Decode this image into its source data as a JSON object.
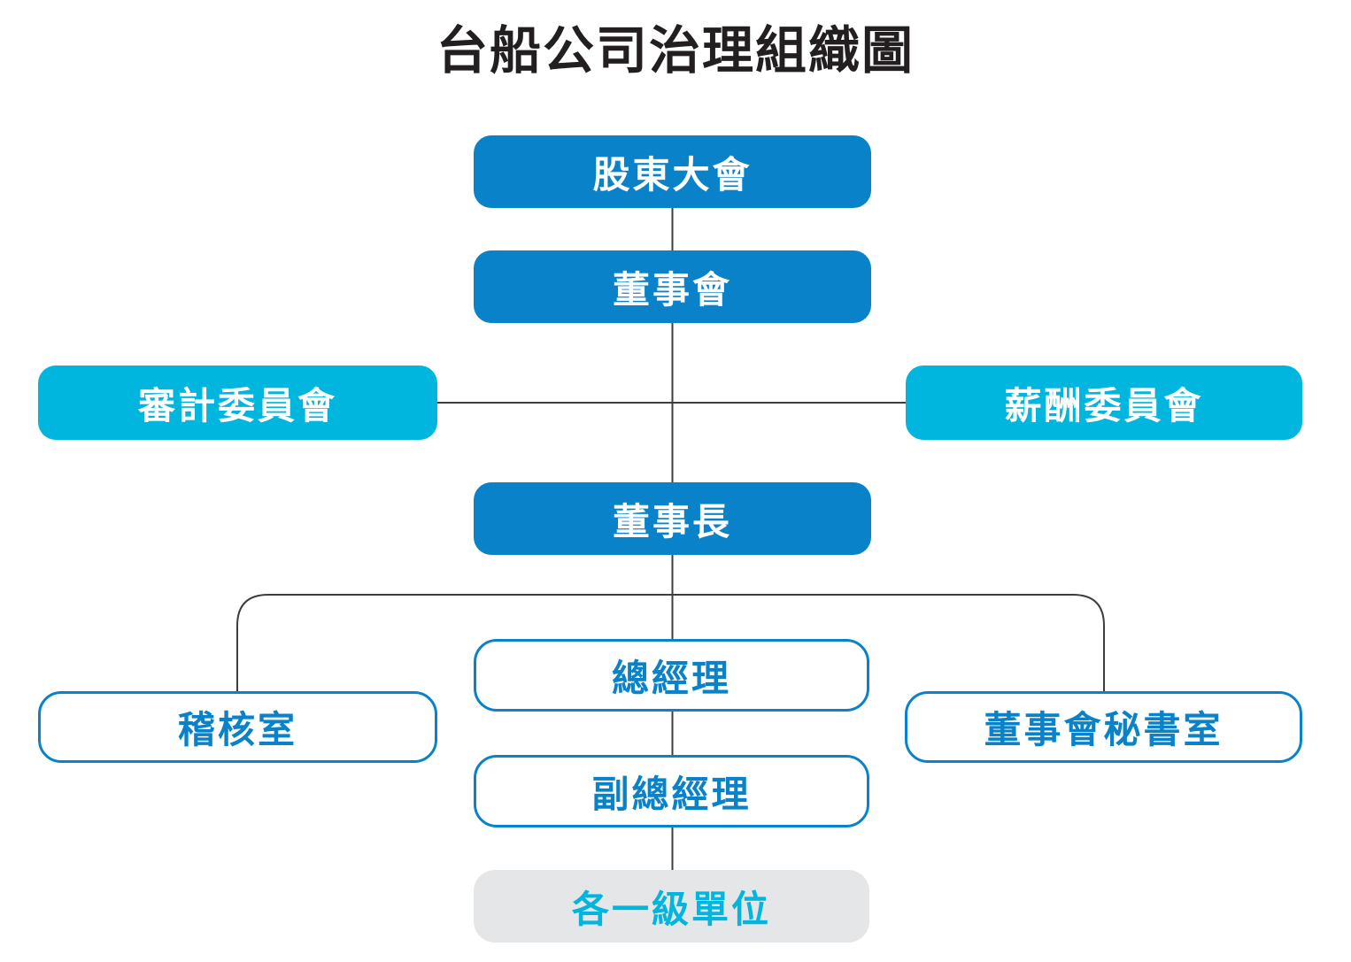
{
  "title": "台船公司治理組織圖",
  "colors": {
    "primary_blue": "#0982c9",
    "cyan": "#00b5de",
    "gray_fill": "#e5e6e7",
    "line": "#3d3d3d",
    "title_color": "#231f20"
  },
  "nodes": {
    "shareholders_meeting": {
      "label": "股東大會",
      "style": "solid-blue"
    },
    "board_of_directors": {
      "label": "董事會",
      "style": "solid-blue"
    },
    "audit_committee": {
      "label": "審計委員會",
      "style": "solid-cyan"
    },
    "compensation_committee": {
      "label": "薪酬委員會",
      "style": "solid-cyan"
    },
    "chairman": {
      "label": "董事長",
      "style": "solid-blue"
    },
    "president": {
      "label": "總經理",
      "style": "outline-blue"
    },
    "audit_office": {
      "label": "稽核室",
      "style": "outline-blue"
    },
    "board_secretariat": {
      "label": "董事會秘書室",
      "style": "outline-blue"
    },
    "vice_president": {
      "label": "副總經理",
      "style": "outline-blue"
    },
    "first_level_units": {
      "label": "各一級單位",
      "style": "gray-fill"
    }
  },
  "hierarchy": [
    "股東大會 → 董事會",
    "董事會 → 審計委員會",
    "董事會 → 薪酬委員會",
    "董事會 → 董事長",
    "董事長 → 稽核室",
    "董事長 → 總經理",
    "董事長 → 董事會秘書室",
    "總經理 → 副總經理",
    "副總經理 → 各一級單位"
  ]
}
